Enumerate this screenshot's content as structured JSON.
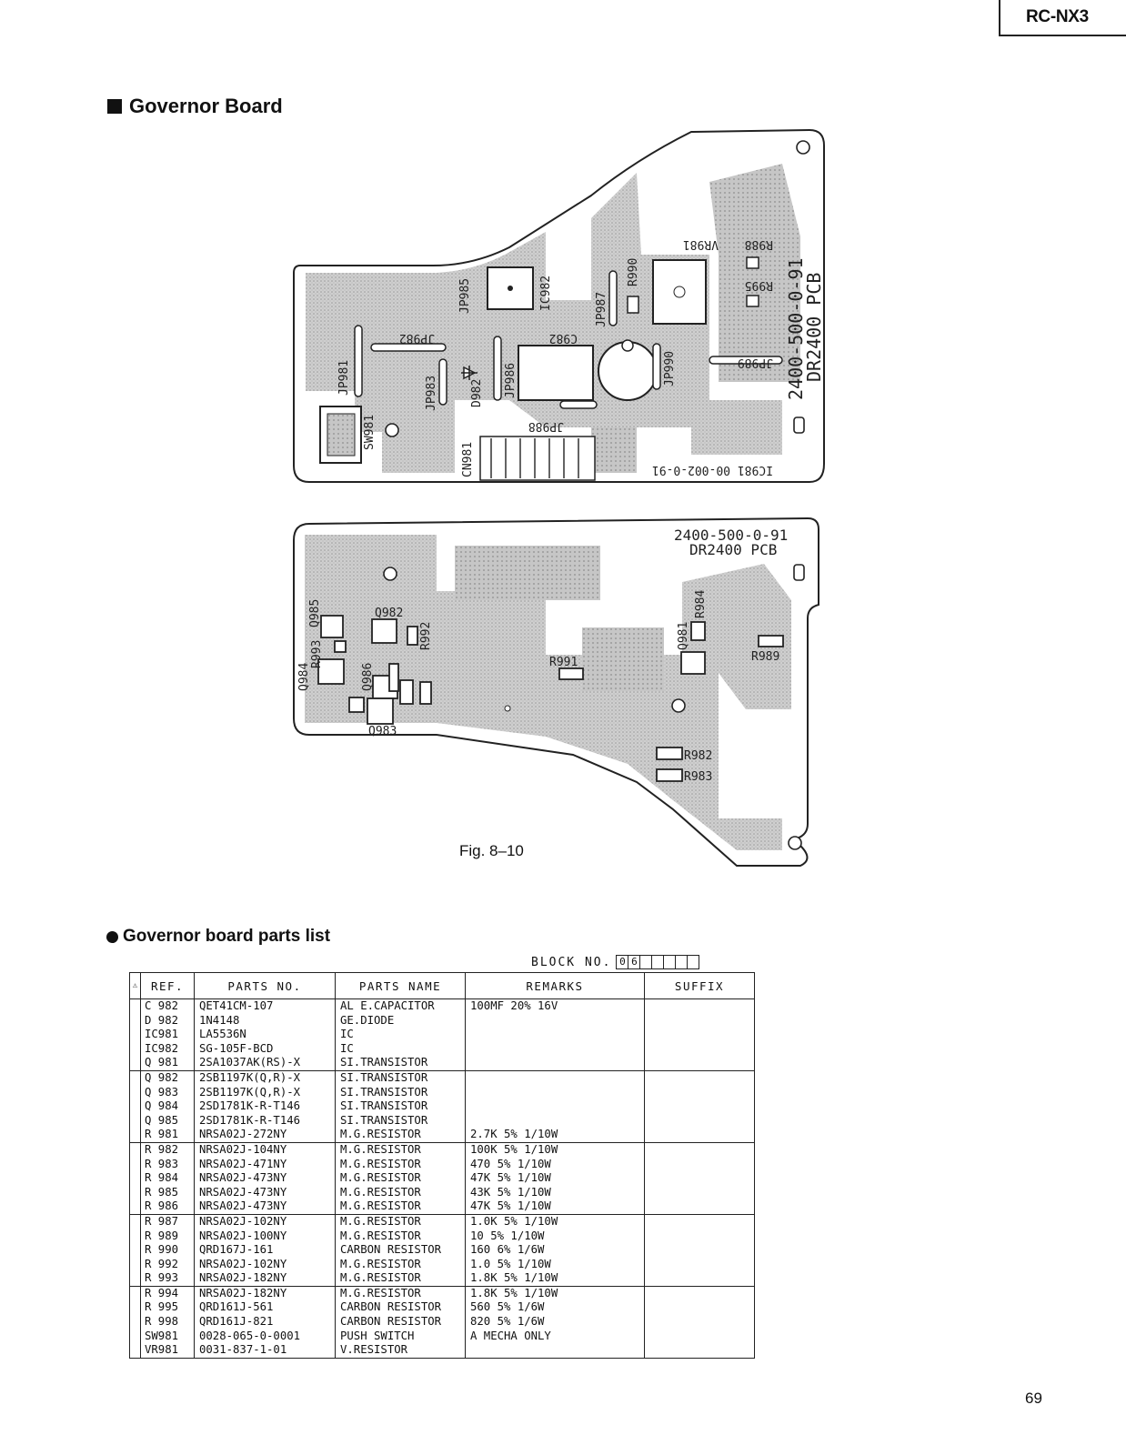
{
  "header": {
    "model": "RC-NX3"
  },
  "section_title": "Governor Board",
  "figure_caption": "Fig. 8–10",
  "parts_title": "Governor board parts list",
  "block": {
    "label": "BLOCK NO.",
    "cells": [
      "0",
      "6",
      "",
      "",
      "",
      "",
      ""
    ]
  },
  "pcb": {
    "top_code": "2400-500-0-91",
    "top_name": "DR2400 PCB",
    "bottom_code": "2400-500-0-91",
    "bottom_name": "DR2400 PCB",
    "top_edge_code": "IC981 00-002-0-91",
    "top_labels": [
      "JP981",
      "JP982",
      "JP983",
      "JP985",
      "JP986",
      "D982",
      "IC982",
      "C982",
      "JP987",
      "R990",
      "JP990",
      "VR981",
      "R988",
      "R995",
      "JP989",
      "JP988",
      "SW981",
      "CN981"
    ],
    "bottom_labels": [
      "Q985",
      "Q982",
      "R992",
      "Q984",
      "R993",
      "Q986",
      "R991",
      "R984",
      "Q981",
      "R989",
      "Q983",
      "R982",
      "R983"
    ]
  },
  "table": {
    "headers": [
      "⚠",
      "REF.",
      "PARTS NO.",
      "PARTS NAME",
      "REMARKS",
      "SUFFIX"
    ],
    "rows": [
      {
        "ref": "C 982",
        "part": "QET41CM-107",
        "name": "AL E.CAPACITOR",
        "remarks": "100MF 20% 16V"
      },
      {
        "ref": "D 982",
        "part": "1N4148",
        "name": "GE.DIODE",
        "remarks": ""
      },
      {
        "ref": "IC981",
        "part": "LA5536N",
        "name": "IC",
        "remarks": ""
      },
      {
        "ref": "IC982",
        "part": "SG-105F-BCD",
        "name": "IC",
        "remarks": ""
      },
      {
        "ref": "Q 981",
        "part": "2SA1037AK(RS)-X",
        "name": "SI.TRANSISTOR",
        "remarks": ""
      },
      {
        "ref": "Q 982",
        "part": "2SB1197K(Q,R)-X",
        "name": "SI.TRANSISTOR",
        "remarks": ""
      },
      {
        "ref": "Q 983",
        "part": "2SB1197K(Q,R)-X",
        "name": "SI.TRANSISTOR",
        "remarks": ""
      },
      {
        "ref": "Q 984",
        "part": "2SD1781K-R-T146",
        "name": "SI.TRANSISTOR",
        "remarks": ""
      },
      {
        "ref": "Q 985",
        "part": "2SD1781K-R-T146",
        "name": "SI.TRANSISTOR",
        "remarks": ""
      },
      {
        "ref": "R 981",
        "part": "NRSA02J-272NY",
        "name": "M.G.RESISTOR",
        "remarks": "2.7K 5% 1/10W"
      },
      {
        "ref": "R 982",
        "part": "NRSA02J-104NY",
        "name": "M.G.RESISTOR",
        "remarks": "100K 5% 1/10W"
      },
      {
        "ref": "R 983",
        "part": "NRSA02J-471NY",
        "name": "M.G.RESISTOR",
        "remarks": "470 5% 1/10W"
      },
      {
        "ref": "R 984",
        "part": "NRSA02J-473NY",
        "name": "M.G.RESISTOR",
        "remarks": "47K 5% 1/10W"
      },
      {
        "ref": "R 985",
        "part": "NRSA02J-473NY",
        "name": "M.G.RESISTOR",
        "remarks": "43K 5% 1/10W"
      },
      {
        "ref": "R 986",
        "part": "NRSA02J-473NY",
        "name": "M.G.RESISTOR",
        "remarks": "47K 5% 1/10W"
      },
      {
        "ref": "R 987",
        "part": "NRSA02J-102NY",
        "name": "M.G.RESISTOR",
        "remarks": "1.0K 5% 1/10W"
      },
      {
        "ref": "R 989",
        "part": "NRSA02J-100NY",
        "name": "M.G.RESISTOR",
        "remarks": "10 5% 1/10W"
      },
      {
        "ref": "R 990",
        "part": "QRD167J-161",
        "name": "CARBON RESISTOR",
        "remarks": "160 6% 1/6W"
      },
      {
        "ref": "R 992",
        "part": "NRSA02J-102NY",
        "name": "M.G.RESISTOR",
        "remarks": "1.0 5% 1/10W"
      },
      {
        "ref": "R 993",
        "part": "NRSA02J-182NY",
        "name": "M.G.RESISTOR",
        "remarks": "1.8K 5% 1/10W"
      },
      {
        "ref": "R 994",
        "part": "NRSA02J-182NY",
        "name": "M.G.RESISTOR",
        "remarks": "1.8K 5% 1/10W"
      },
      {
        "ref": "R 995",
        "part": "QRD161J-561",
        "name": "CARBON RESISTOR",
        "remarks": "560 5% 1/6W"
      },
      {
        "ref": "R 998",
        "part": "QRD161J-821",
        "name": "CARBON RESISTOR",
        "remarks": "820 5% 1/6W"
      },
      {
        "ref": "SW981",
        "part": "0028-065-0-0001",
        "name": "PUSH SWITCH",
        "remarks": "A MECHA ONLY"
      },
      {
        "ref": "VR981",
        "part": "0031-837-1-01",
        "name": "V.RESISTOR",
        "remarks": ""
      }
    ]
  },
  "page_number": "69"
}
